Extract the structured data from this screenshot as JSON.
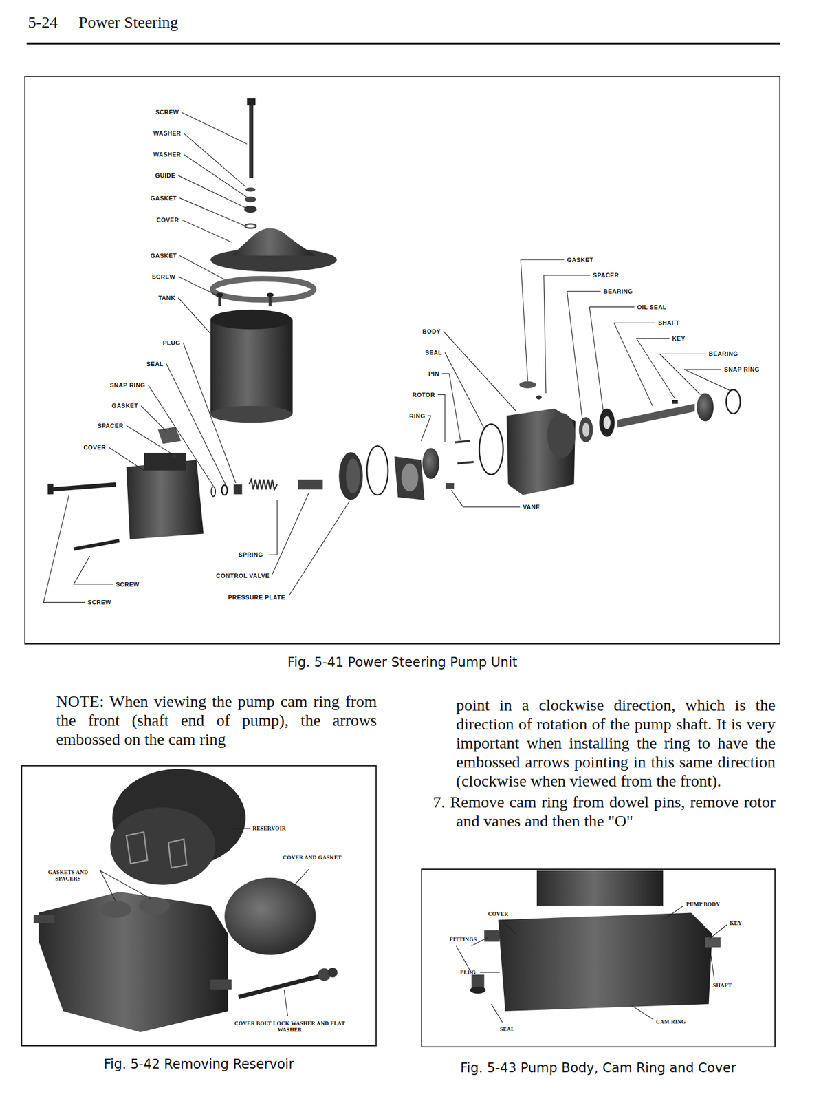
{
  "diagram": {
    "title": "Power Steering",
    "nodes": [
      {
        "text": [
          "Fig. 5-41 Power Steering Pump Unit"
        ]
      },
      {
        "text": [
          "Fig. 5-42 Removing Reservoir"
        ]
      },
      {
        "text": [
          "Fig. 5-43 Pump Body, Cam Ring and Cover"
        ]
      }
    ],
    "labels": [
      "5-24",
      "SCREW",
      "WASHER",
      "WASHER",
      "GUIDE",
      "GASKET",
      "COVER",
      "GASKET",
      "SCREW",
      "TANK",
      "PLUG",
      "SEAL",
      "SNAP RING",
      "GASKET",
      "SPACER",
      "COVER",
      "SCREW",
      "SCREW",
      "SPRING",
      "CONTROL VALVE",
      "PRESSURE PLATE",
      "BODY",
      "SEAL",
      "PIN",
      "ROTOR",
      "RING",
      "VANE",
      "GASKET",
      "SPACER",
      "BEARING",
      "OIL SEAL",
      "SHAFT",
      "KEY",
      "BEARING",
      "SNAP RING",
      "NOTE: When viewing the pump cam ring from the front (shaft end of pump), the arrows embossed on the cam ring",
      "point in a clockwise direction, which is the direction of rotation of the pump shaft. It is very important when installing the ring to have the embossed arrows pointing in this same direction (clockwise when viewed from the front).",
      "7. Remove cam ring from dowel pins, remove rotor and vanes and then the \"O\"",
      "RESERVOIR",
      "COVER AND GASKET",
      "GASKETS AND SPACERS",
      "COVER BOLT LOCK WASHER AND FLAT WASHER",
      "COVER",
      "PUMP BODY",
      "KEY",
      "FITTINGS",
      "PLUG",
      "SHAFT",
      "SEAL",
      "CAM RING"
    ]
  }
}
